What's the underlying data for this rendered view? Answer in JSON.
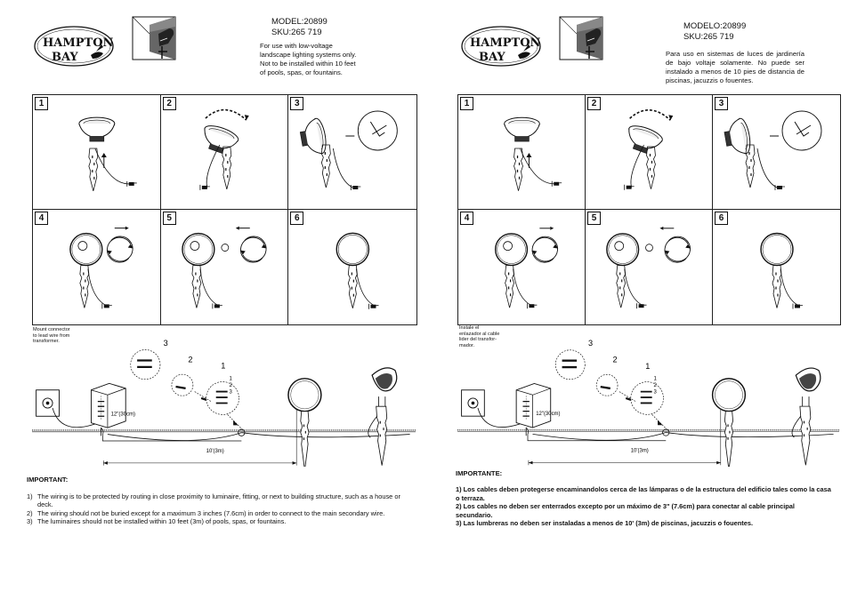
{
  "english": {
    "model": "MODEL:20899",
    "sku": "SKU:265 719",
    "note": [
      "For use with low-voltage",
      "landscape lighting systems only.",
      "Not to be installed within 10 feet",
      "of pools, spas, or fountains."
    ],
    "mount_note": [
      "Mount connector",
      "to lead wire from",
      "transformer."
    ],
    "important_title": "IMPORTANT:",
    "important": [
      {
        "n": "1)",
        "text": "The wiring is to be protected by routing in close proximity to luminaire, fitting, or next to building structure, such as a house or deck."
      },
      {
        "n": "2)",
        "text": "The wiring should not be buried except for a maximum 3 inches (7.6cm) in order to connect to the main secondary wire."
      },
      {
        "n": "3)",
        "text": "The luminaires should not be installed within 10 feet (3m) of pools, spas, or fountains."
      }
    ]
  },
  "spanish": {
    "model": "MODELO:20899",
    "sku": "SKU:265 719",
    "note": "Para uso en sistemas de luces de jardinería de bajo voltaje solamente. No puede ser instalado a menos de 10 pies de distancia de piscinas, jacuzzis o fouentes.",
    "mount_note": [
      "Instale el",
      "enlazador al cable",
      "lider del transfor-",
      "mador."
    ],
    "important_title": "IMPORTANTE:",
    "important": [
      "1) Los cables deben protegerse encaminandolos cerca de las lámparas o de la estructura del edificio tales como la casa o terraza.",
      "2) Los cables no deben ser enterrados excepto por un máximo de 3\" (7.6cm) para conectar al cable principal secundario.",
      "3) Las lumbreras no deben ser instaladas a menos de 10' (3m) de piscinas, jacuzzis o fouentes."
    ]
  },
  "brand": {
    "line1": "HAMPTON",
    "line2": "BAY"
  },
  "steps": [
    "1",
    "2",
    "3",
    "4",
    "5",
    "6"
  ],
  "diagram": {
    "depth_label": "12\"(30cm)",
    "distance_label": "10'(3m)",
    "wire_steps": [
      "3",
      "2",
      "1"
    ],
    "pin_labels": [
      "1",
      "2",
      "3"
    ]
  }
}
